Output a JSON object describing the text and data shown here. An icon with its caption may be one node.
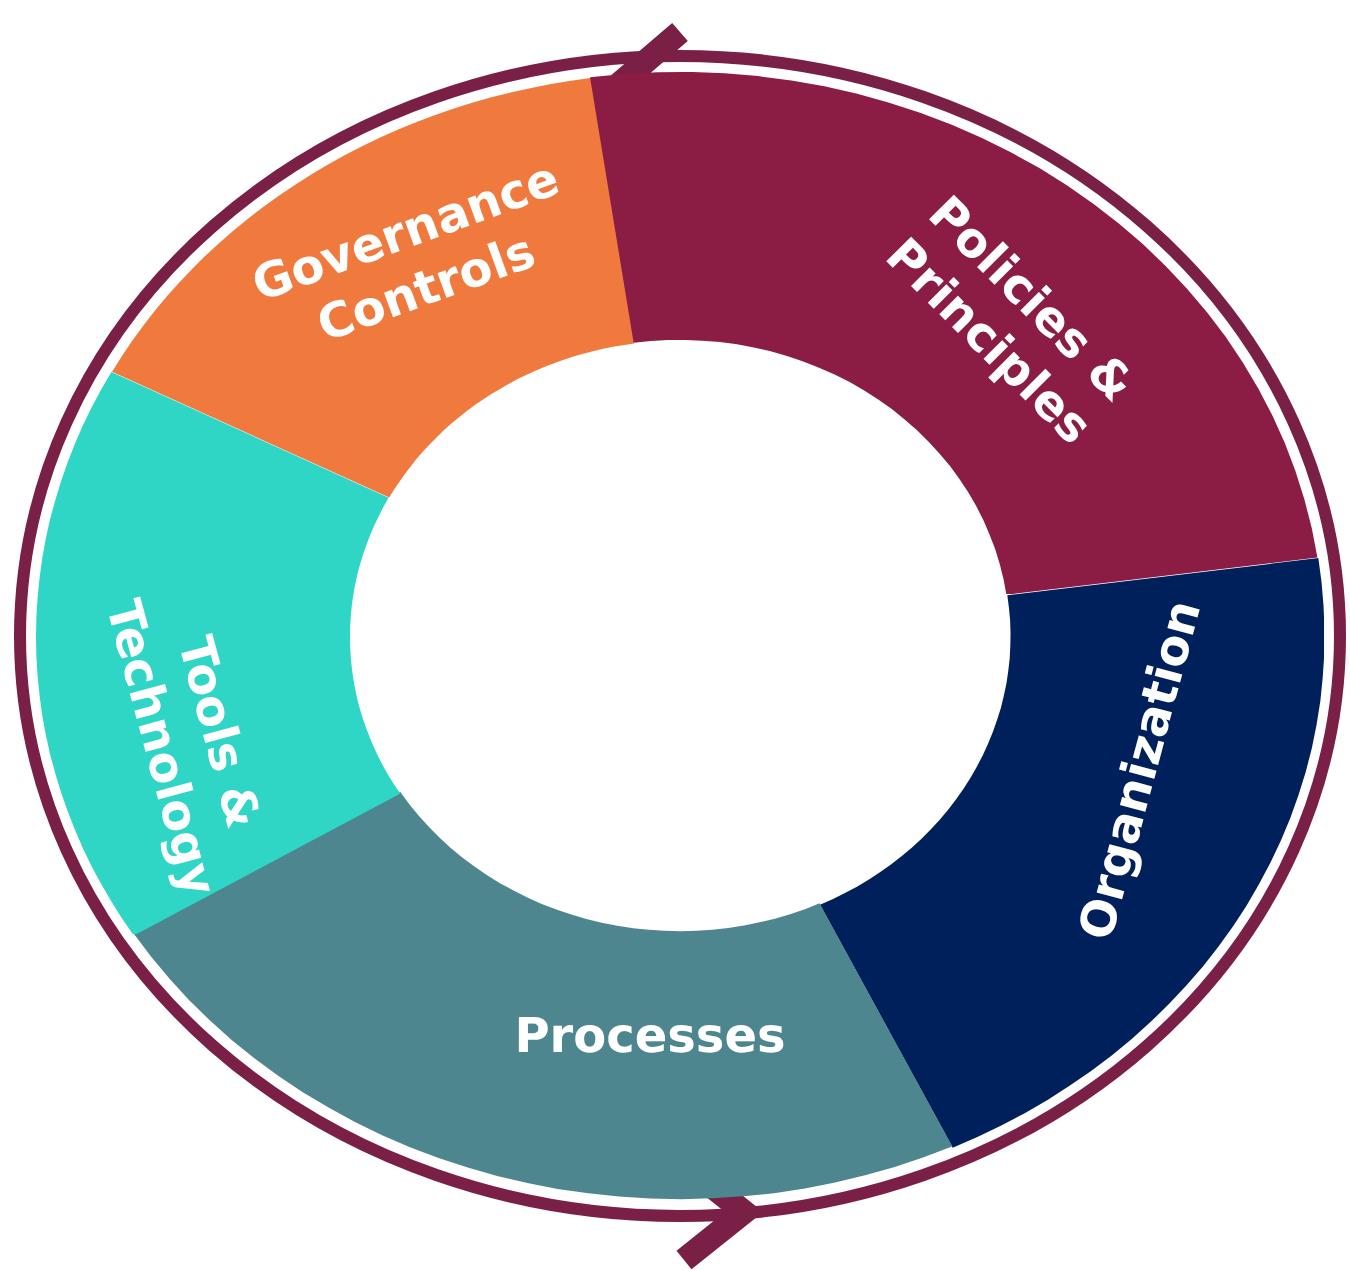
{
  "diagram": {
    "nodes": [
      {
        "text": [
          "Governance Controls"
        ]
      },
      {
        "text": [
          "Policies & Principles"
        ]
      },
      {
        "text": [
          "Organization"
        ]
      },
      {
        "text": [
          "Processes"
        ]
      },
      {
        "text": [
          "Tools & Technology"
        ]
      }
    ]
  }
}
